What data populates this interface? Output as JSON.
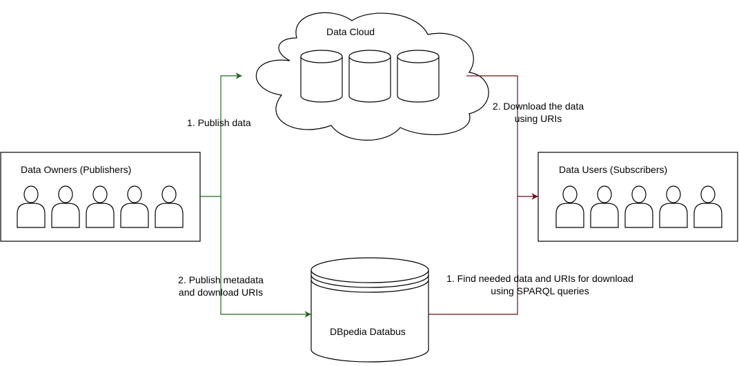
{
  "cloud": {
    "title": "Data Cloud"
  },
  "owners": {
    "title": "Data Owners (Publishers)",
    "count": 5
  },
  "users": {
    "title": "Data Users (Subscribers)",
    "count": 5
  },
  "databus": {
    "title": "DBpedia Databus"
  },
  "edges": {
    "publish_data": "1. Publish data",
    "publish_metadata": [
      "2. Publish metadata",
      "and download URIs"
    ],
    "download": [
      "2. Download the data",
      "using URIs"
    ],
    "find": [
      "1. Find needed data and URIs for download",
      "using SPARQL queries"
    ]
  },
  "colors": {
    "green": "#1e6b1e",
    "darkred": "#6b0f0f",
    "stroke": "#000000"
  }
}
